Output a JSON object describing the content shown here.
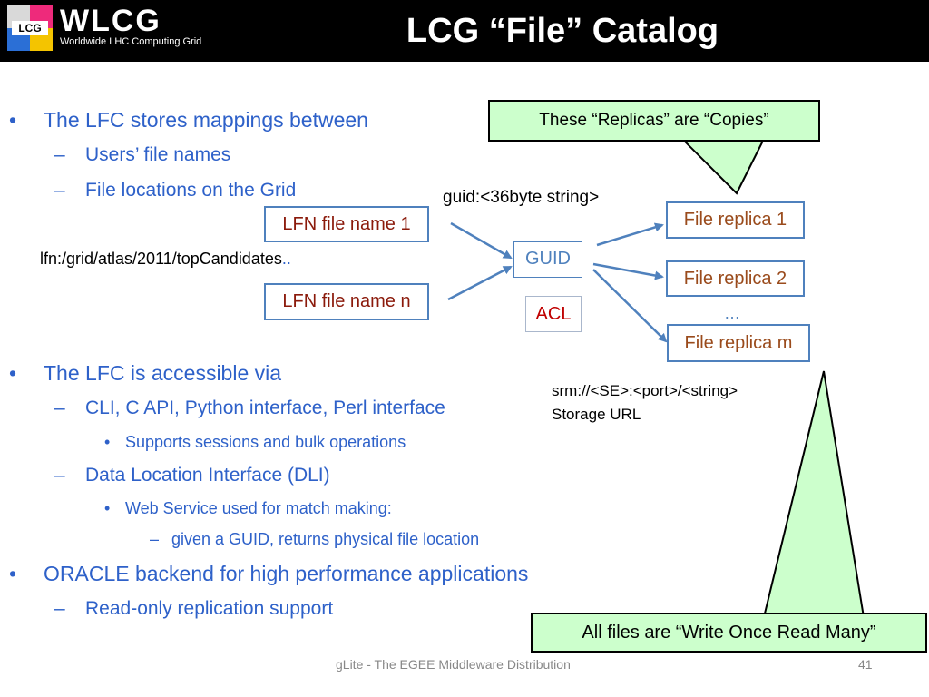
{
  "header": {
    "logo_letters": "LCG",
    "logo_brand": "WLCG",
    "logo_tagline": "Worldwide LHC Computing Grid",
    "title": "LCG “File” Catalog"
  },
  "bullets": {
    "b1": "The LFC stores mappings between",
    "b1_sub1": "Users’ file names",
    "b1_sub2": "File locations on the Grid",
    "b2": "The LFC is accessible via",
    "b2_sub1": "CLI, C API, Python interface, Perl interface",
    "b2_sub1_sub1": "Supports sessions and bulk operations",
    "b2_sub2": "Data Location Interface (DLI)",
    "b2_sub2_sub1": "Web Service used for match making:",
    "b2_sub2_sub1_sub1": "given a GUID, returns physical file location",
    "b3": "ORACLE backend for high performance applications",
    "b3_sub1": "Read-only replication support"
  },
  "diagram": {
    "lfn_path": "lfn:/grid/atlas/2011/topCandidates",
    "lfn_path_suffix": "..",
    "lfn1": "LFN file name 1",
    "lfnn": "LFN file name n",
    "guid_label": "guid:<36byte string>",
    "guid": "GUID",
    "acl": "ACL",
    "replica1": "File replica 1",
    "replica2": "File replica 2",
    "ellipsis": "…",
    "replicam": "File replica m",
    "srm": "srm://<SE>:<port>/<string>",
    "storage_url": "Storage URL",
    "callout_top": "These “Replicas” are “Copies”",
    "callout_bottom": "All files are “Write Once Read Many”"
  },
  "footer": {
    "text": "gLite - The EGEE Middleware Distribution",
    "page": "41"
  },
  "colors": {
    "header_bg": "#000000",
    "bullet_text": "#2e61c9",
    "box_border": "#4f81bd",
    "callout_fill": "#ccffcc"
  }
}
